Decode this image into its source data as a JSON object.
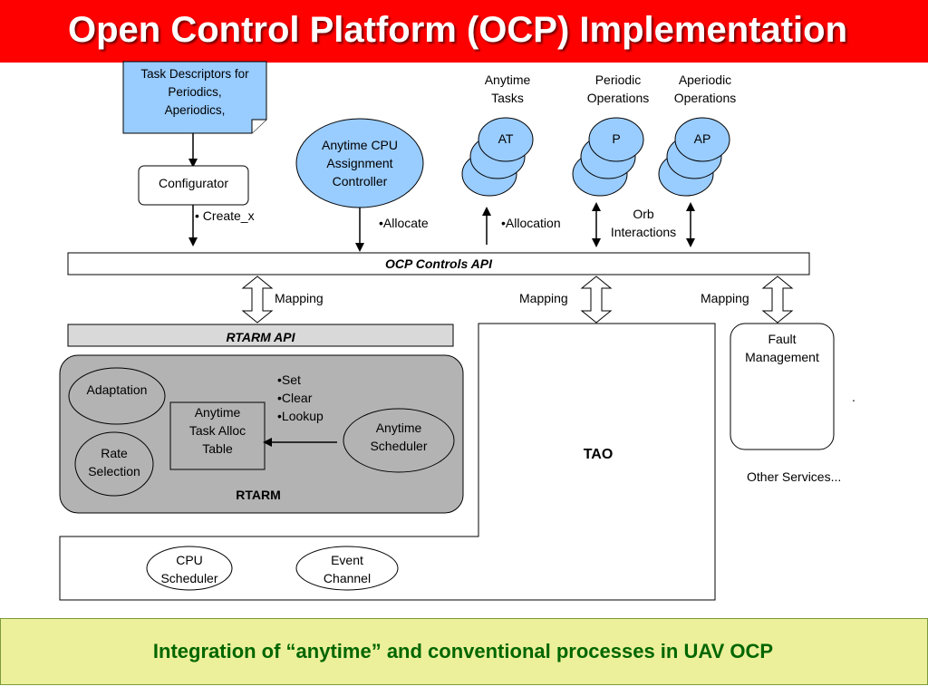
{
  "title": "Open Control Platform (OCP) Implementation",
  "colors": {
    "header_bg": "#ff0000",
    "title_text": "#ffffff",
    "node_fill": "#99ccff",
    "rtarm_fill": "#b3b3b3",
    "api_bar_fill": "#d9d9d9",
    "footer_bg": "#ecf09a",
    "footer_text": "#006600"
  },
  "diagram": {
    "task_descriptors": [
      "Task Descriptors for",
      "Periodics,",
      "Aperiodics,"
    ],
    "configurator": "Configurator",
    "create_x": "• Create_x",
    "anytime_cpu_controller": [
      "Anytime CPU",
      "Assignment",
      "Controller"
    ],
    "allocate": "•Allocate",
    "anytime_tasks": {
      "label": [
        "Anytime",
        "Tasks"
      ],
      "node": "AT"
    },
    "periodic_operations": {
      "label": [
        "Periodic",
        "Operations"
      ],
      "node": "P"
    },
    "aperiodic_operations": {
      "label": [
        "Aperiodic",
        "Operations"
      ],
      "node": "AP"
    },
    "allocation": "•Allocation",
    "orb_interactions": [
      "Orb",
      "Interactions"
    ],
    "ocp_controls_api": "OCP Controls  API",
    "mapping_labels": [
      "Mapping",
      "Mapping",
      "Mapping"
    ],
    "rtarm_api": "RTARM  API",
    "adaptation": "Adaptation",
    "rate_selection": [
      "Rate",
      "Selection"
    ],
    "anytime_task_alloc_table": [
      "Anytime",
      "Task Alloc",
      "Table"
    ],
    "operations": [
      "•Set",
      "•Clear",
      "•Lookup"
    ],
    "anytime_scheduler": [
      "Anytime",
      "Scheduler"
    ],
    "rtarm": "RTARM",
    "tao": "TAO",
    "cpu_scheduler": [
      "CPU",
      "Scheduler"
    ],
    "event_channel": [
      "Event",
      "Channel"
    ],
    "fault_management": [
      "Fault",
      "Management"
    ],
    "dot": ".",
    "other_services": "Other Services..."
  },
  "footer": "Integration of “anytime” and conventional processes in UAV OCP"
}
